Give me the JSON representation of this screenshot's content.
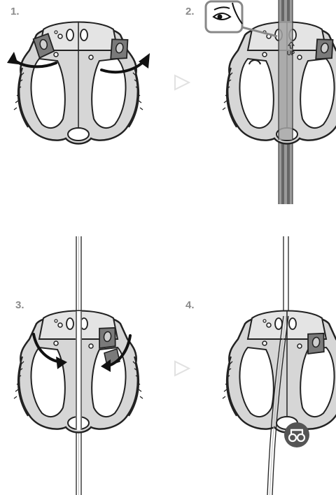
{
  "steps": [
    {
      "number": "1."
    },
    {
      "number": "2."
    },
    {
      "number": "3."
    },
    {
      "number": "4."
    }
  ],
  "device_marking": "UP",
  "icons": [
    "eye-check-icon",
    "next-arrow-icon",
    "rotation-arrow-icon",
    "carabiner-symbol-icon"
  ],
  "colors": {
    "device_fill": "#d6d6d6",
    "device_outline": "#222222",
    "mechanism_dark": "#7a7a7a",
    "rope_gray": "#8c8c8c",
    "step_number": "#8a8a8a",
    "next_arrow": "#e4e4e4",
    "badge": "#555555"
  }
}
